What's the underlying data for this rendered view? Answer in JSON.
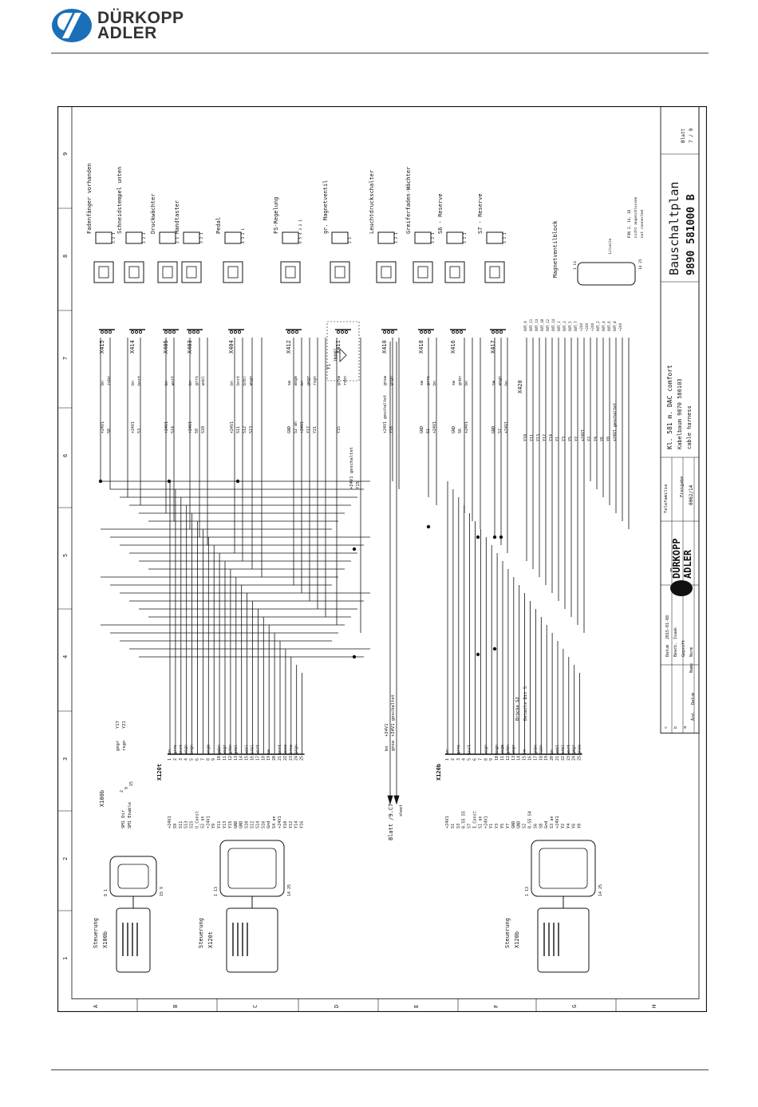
{
  "brand": {
    "line1": "DÜRKOPP",
    "line2": "ADLER"
  },
  "columns": [
    "9",
    "8",
    "7",
    "6",
    "5",
    "4",
    "3",
    "2",
    "1"
  ],
  "rows": [
    "A",
    "B",
    "C",
    "D",
    "E",
    "F",
    "G",
    "H"
  ],
  "title_block": {
    "brand1": "DÜRKOPP",
    "brand2": "ADLER",
    "title": "Bauschaltplan",
    "drawing_no": "9890 581000 B",
    "sheet_label": "Blatt",
    "sheet_no": "7 / 9",
    "description1": "Kl. 581 m. DAC comfort",
    "description2": "Kabelbaum 9870 580103",
    "description3": "cable harness",
    "telefamilie": "Telefamilie",
    "freigabe": "Freigabe",
    "freigabe_no": "0062/14",
    "datum_label": "Datum",
    "datum": "2015-01-08",
    "bearb_label": "Bearb.",
    "bearb": "Isaak",
    "geprueft": "Geprüft",
    "norm": "Norm",
    "name": "Name",
    "rev_c": "c",
    "rev_b": "b",
    "rev_a": "a",
    "aend": "Änd.",
    "datum2": "Datum"
  },
  "controllers": [
    {
      "label1": "Steuerung",
      "label2": "X100b",
      "pins_top": "8 1",
      "pins_bottom": "15 9"
    },
    {
      "label1": "Steuerung",
      "label2": "X120t",
      "pins_top": "1 13",
      "pins_bottom": "14 25"
    },
    {
      "label1": "Steuerung",
      "label2": "X120b",
      "pins_top": "1 13",
      "pins_bottom": "14 25"
    }
  ],
  "x100b": {
    "name": "X100b",
    "signals": [
      "SM1 Dir",
      "SM1 Enable"
    ],
    "colors": [
      "gegr",
      "rsgn"
    ],
    "nets": [
      "Y17",
      "Y21"
    ],
    "pins": [
      "2",
      "9",
      "15"
    ]
  },
  "x120t": {
    "name": "X120t",
    "signals": [
      "+24V1",
      "S9",
      "S11",
      "S13",
      "S15",
      "U_Const",
      "S2 an",
      "+24V1",
      "Y9",
      "Y11",
      "Y13",
      "Y15",
      "GND",
      "GND",
      "S10",
      "S12",
      "S14",
      "S16",
      "Gnd",
      "S4 an",
      "+24V1",
      "Y10",
      "Y12",
      "Y14",
      "Y16"
    ],
    "colors": [
      "bn",
      "grrs",
      "bnrt",
      "wsgn",
      "bngn",
      "",
      "",
      "wsge",
      "",
      "gebn",
      "wsgr",
      "grbn",
      "grbl",
      "",
      "wsbl",
      "brbl",
      "wsrt",
      "",
      "sw",
      "",
      "bnrt",
      "wssw",
      "brsw",
      "grgn",
      ""
    ]
  },
  "x120b": {
    "name": "X120b",
    "signals": [
      "+24V1",
      "S1",
      "S3",
      "0.55 S5",
      "S7",
      "I_Const",
      "S1 an",
      "+24V1",
      "Y1",
      "Y3",
      "Y5",
      "Y7",
      "GND",
      "GND",
      "S2",
      "0.55 S4",
      "S6",
      "S8",
      "Gnd",
      "S3 an",
      "+24V1",
      "Y2",
      "Y4",
      "Y6",
      "Y8"
    ],
    "colors": [
      "bn",
      "",
      "grrs",
      "",
      "bnrt",
      "",
      "",
      "wsgn",
      "",
      "bngn",
      "wsge",
      "grbn",
      "wsgr",
      "",
      "sw",
      "",
      "gnbn",
      "rsbn",
      "",
      "bn",
      "wsbl",
      "brbl",
      "wsrt",
      "gegr",
      "gnsw"
    ]
  },
  "blatt_ref": {
    "text": "Blatt  /9.C7",
    "sub": "sheet",
    "nets": [
      "+24V1",
      "+24V1 geschaltet"
    ],
    "colors": [
      "bn",
      "gnsw"
    ]
  },
  "bridge_note": {
    "line1": "Brücke S2",
    "line2": "Details Bit 5"
  },
  "mid_note": "+24V1 geschaltet\nY15",
  "connectors": [
    {
      "id": "X415",
      "label": "Fadenfänger vorhanden",
      "nets": [
        "+24V1",
        "S8"
      ],
      "colors": [
        "bn",
        "rsbn"
      ],
      "pins": "3 2 1"
    },
    {
      "id": "X414",
      "label": "Schneidstempel unten",
      "nets": [
        "+24V1",
        "S3"
      ],
      "colors": [
        "bn",
        "bnrt"
      ],
      "pins": "3 2 1"
    },
    {
      "id": "X405",
      "label": "Druckwächter",
      "nets": [
        "+24V1",
        "S14"
      ],
      "colors": [
        "bn",
        "wsrt"
      ],
      "pins": "2 1"
    },
    {
      "id": "X403",
      "label": "Handtaster",
      "nets": [
        "+24V1",
        "S9",
        "S10"
      ],
      "colors": [
        "bn",
        "grrs",
        "wsbl"
      ],
      "pins": "3 2 1"
    },
    {
      "id": "X404",
      "label": "Pedal",
      "nets": [
        "+24V1",
        "S11",
        "S12",
        "S13"
      ],
      "colors": [
        "bn",
        "bnrt",
        "brbl",
        "wsgn"
      ],
      "pins": "4 3 2 1"
    },
    {
      "id": "X412",
      "label": "FS-Regelung",
      "nets": [
        "GND",
        "S2 an",
        "+24V1",
        "Y17",
        "Y21"
      ],
      "colors": [
        "sw",
        "wsge",
        "bn",
        "gegr",
        "rsgn"
      ],
      "pins": "6 5 4 3 2 1"
    },
    {
      "id": "X411",
      "label": "gr. Magnetventil",
      "nets": [
        "Y15"
      ],
      "colors": [
        "grsw",
        "rsbn"
      ],
      "pins": "2 1",
      "diode": "1N4007",
      "coil": "Y1"
    },
    {
      "id": "X410",
      "label": "Leuchtdruckschalter",
      "nets": [
        "+24V1 geschaltet",
        "Y16"
      ],
      "colors": [
        "gnsw",
        "grgn"
      ],
      "pins": "3 2 1"
    },
    {
      "id": "X418",
      "label": "Greiferfaden-Wächter",
      "nets": [
        "GND",
        "S1",
        "+24V1"
      ],
      "colors": [
        "sw",
        "grrs",
        "bn"
      ],
      "pins": "3 2 1"
    },
    {
      "id": "X416",
      "label": "S6 - Reserve",
      "nets": [
        "GND",
        "S6",
        "+24V1"
      ],
      "colors": [
        "sw",
        "gnbn",
        "bn"
      ],
      "pins": "3 2 1"
    },
    {
      "id": "X417",
      "label": "S7 - Reserve",
      "nets": [
        "GND",
        "S7",
        "+24V1"
      ],
      "colors": [
        "sw",
        "wsgn",
        "bn"
      ],
      "pins": "3 2 1"
    }
  ],
  "x420": {
    "id": "X420",
    "label": "Magnetventilblock",
    "nets": [
      "Y10",
      "Y11",
      "Y13",
      "Y12",
      "Y14",
      "Y1",
      "Y3",
      "Y5",
      "Y7",
      "+24V1",
      "Y2",
      "Y4",
      "Y6",
      "Y8",
      "+24V1 geschaltet"
    ],
    "outs": [
      "OUT_9",
      "OUT_11",
      "OUT_13",
      "OUT_10",
      "OUT_12",
      "OUT_14",
      "OUT_1",
      "OUT_3",
      "OUT_5",
      "OUT_7",
      "+24V",
      "+24V",
      "+24V",
      "OUT_2",
      "OUT_4",
      "OUT_6",
      "OUT_8",
      "+24V"
    ],
    "note1": "PIN 2, 14, 18",
    "note2": "nicht angeschlossen",
    "note3": "not connected",
    "litze": "Litzeite",
    "pins_top": "1 13",
    "pins_bottom": "14 25"
  }
}
